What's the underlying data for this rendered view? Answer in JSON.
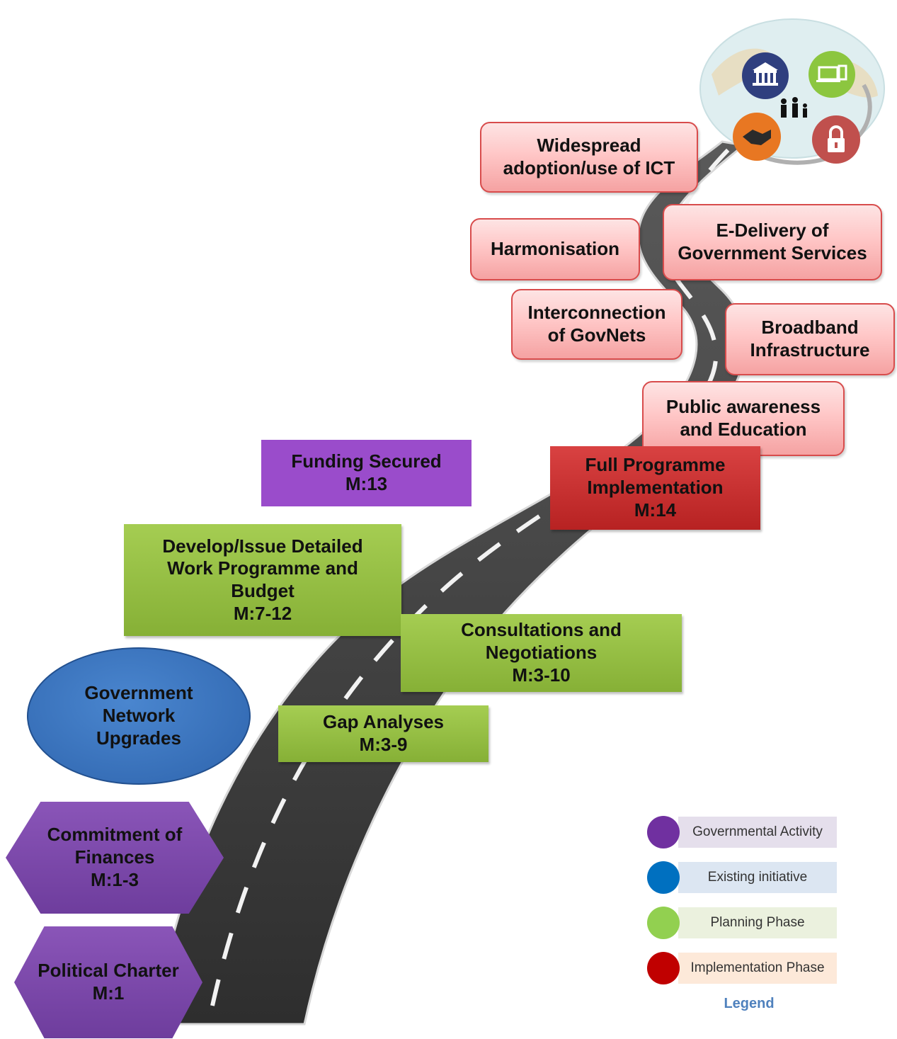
{
  "steps": {
    "widespread": [
      "Widespread",
      "adoption/use of ICT"
    ],
    "harmonisation": [
      "Harmonisation"
    ],
    "edelivery": [
      "E-Delivery of",
      "Government Services"
    ],
    "interconnection": [
      "Interconnection",
      "of GovNets"
    ],
    "broadband": [
      "Broadband",
      "Infrastructure"
    ],
    "public": [
      "Public awareness",
      "and Education"
    ],
    "full": [
      "Full Programme",
      "Implementation",
      "M:14"
    ],
    "funding": [
      "Funding Secured",
      "M:13"
    ],
    "develop": [
      "Develop/Issue Detailed",
      "Work Programme and",
      "Budget",
      "M:7-12"
    ],
    "consultations": [
      "Consultations and",
      "Negotiations",
      "M:3-10"
    ],
    "govnet": [
      "Government",
      "Network",
      "Upgrades"
    ],
    "gap": [
      "Gap Analyses",
      "M:3-9"
    ],
    "commitment": [
      "Commitment of",
      "Finances",
      "M:1-3"
    ],
    "political": [
      "Political Charter",
      "M:1"
    ]
  },
  "legend": {
    "title": "Legend",
    "items": [
      {
        "label": "Governmental Activity",
        "color": "#7030a0",
        "bar_color": "#e5dfec"
      },
      {
        "label": "Existing initiative",
        "color": "#0070c0",
        "bar_color": "#dce6f2"
      },
      {
        "label": "Planning Phase",
        "color": "#92d050",
        "bar_color": "#ebf1de"
      },
      {
        "label": "Implementation Phase",
        "color": "#c00000",
        "bar_color": "#fde9d9"
      }
    ]
  },
  "icons": [
    "government-building-icon",
    "devices-icon",
    "family-icon",
    "handshake-icon",
    "padlock-icon",
    "world-map-icon"
  ]
}
